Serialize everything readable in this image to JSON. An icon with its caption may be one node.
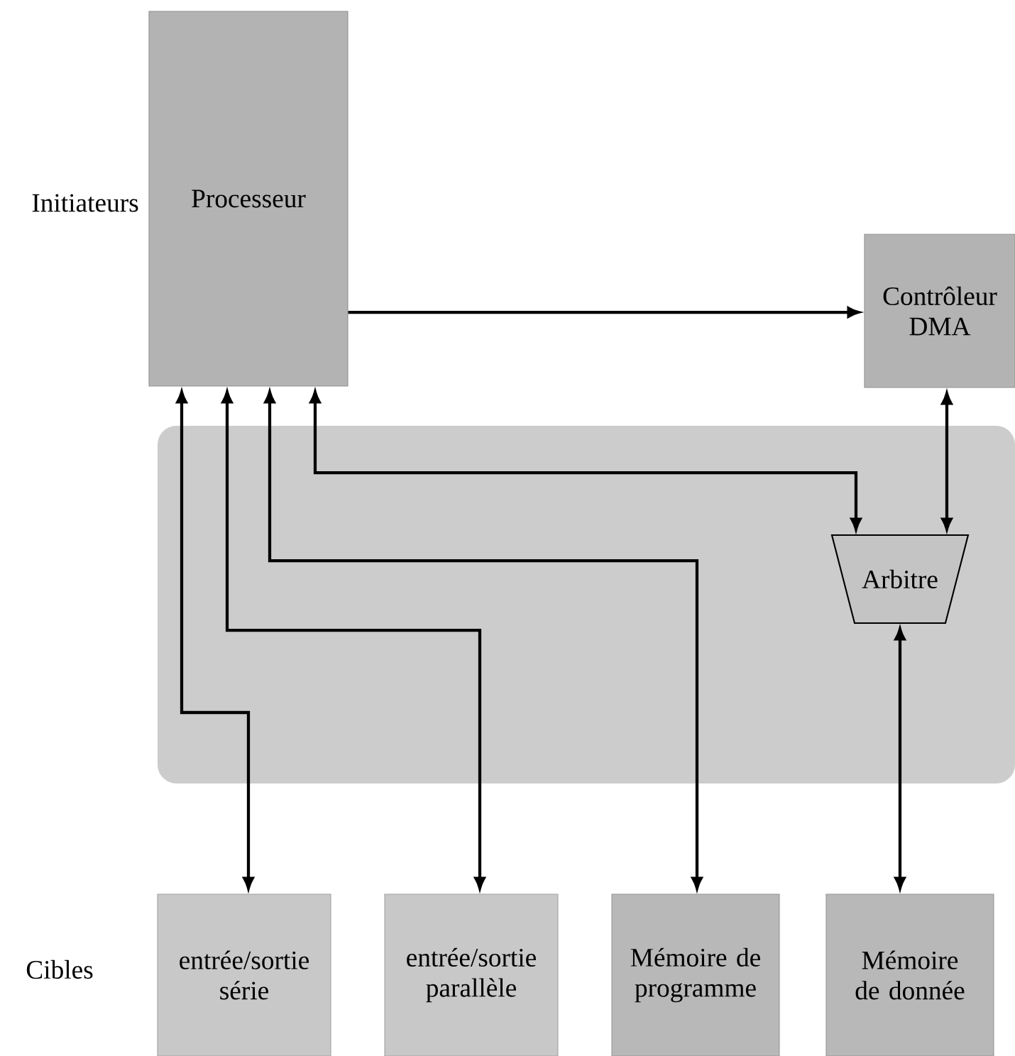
{
  "diagram": {
    "nodes": [
      {
        "text": [
          "Processeur"
        ]
      },
      {
        "text": [
          "Contrôleur DMA"
        ]
      },
      {
        "text": [],
        "shape": "box"
      },
      {
        "text": [
          "Arbitre"
        ],
        "in": 2
      },
      {
        "text": [
          "entrée/sortie série"
        ]
      },
      {
        "text": [
          "entrée/sortie parallèle"
        ]
      },
      {
        "text": [
          "Mémoire de programme"
        ]
      },
      {
        "text": [
          "Mémoire de donnée"
        ]
      }
    ],
    "edges": [
      {
        "from": 0,
        "to": 1,
        "arrow": "to"
      },
      {
        "from": 0,
        "to": 4,
        "arrow": "both"
      },
      {
        "from": 0,
        "to": 5,
        "arrow": "both"
      },
      {
        "from": 0,
        "to": 6,
        "arrow": "both"
      },
      {
        "from": 0,
        "to": 3,
        "arrow": "both"
      },
      {
        "from": 1,
        "to": 3,
        "arrow": "both"
      },
      {
        "from": 3,
        "to": 7,
        "arrow": "both"
      }
    ],
    "labels": [
      "Initiateurs",
      "Cibles"
    ]
  }
}
